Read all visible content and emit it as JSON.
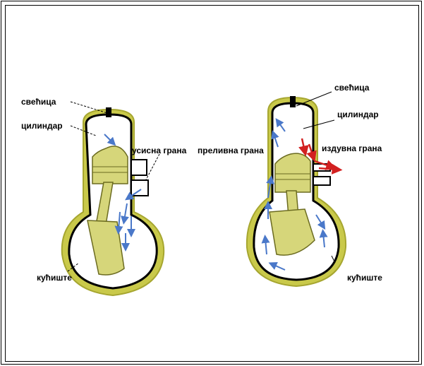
{
  "left_engine": {
    "spark_plug_label": "свећица",
    "cylinder_label": "цилиндар",
    "intake_label": "усисна грана",
    "crankcase_label": "кућиште"
  },
  "right_engine": {
    "spark_plug_label": "свећица",
    "cylinder_label": "цилиндар",
    "transfer_label": "преливна грана",
    "exhaust_label": "издувна грана",
    "crankcase_label": "кућиште"
  },
  "colors": {
    "body_outline": "#c9c94a",
    "piston": "#d6d67a",
    "flow_arrows": "#4a78c9",
    "exhaust_arrows": "#d22020"
  }
}
